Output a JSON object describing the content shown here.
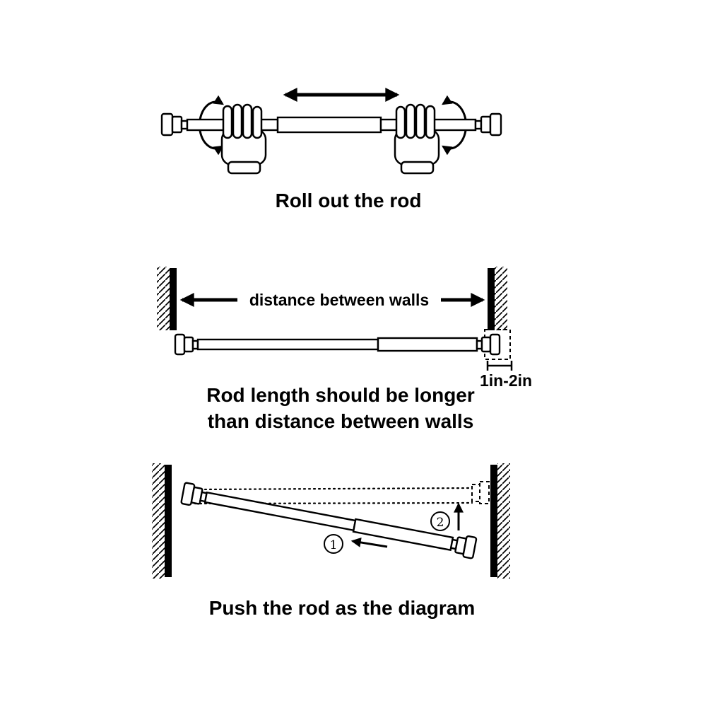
{
  "colors": {
    "ink": "#000000",
    "background": "#ffffff"
  },
  "panel1": {
    "caption": "Roll out the rod"
  },
  "panel2": {
    "distance_label": "distance between walls",
    "gap_label": "1in-2in",
    "caption_line1": "Rod length should be longer",
    "caption_line2": "than distance between walls"
  },
  "panel3": {
    "step1": "1",
    "step2": "2",
    "caption": "Push the rod as the diagram"
  }
}
